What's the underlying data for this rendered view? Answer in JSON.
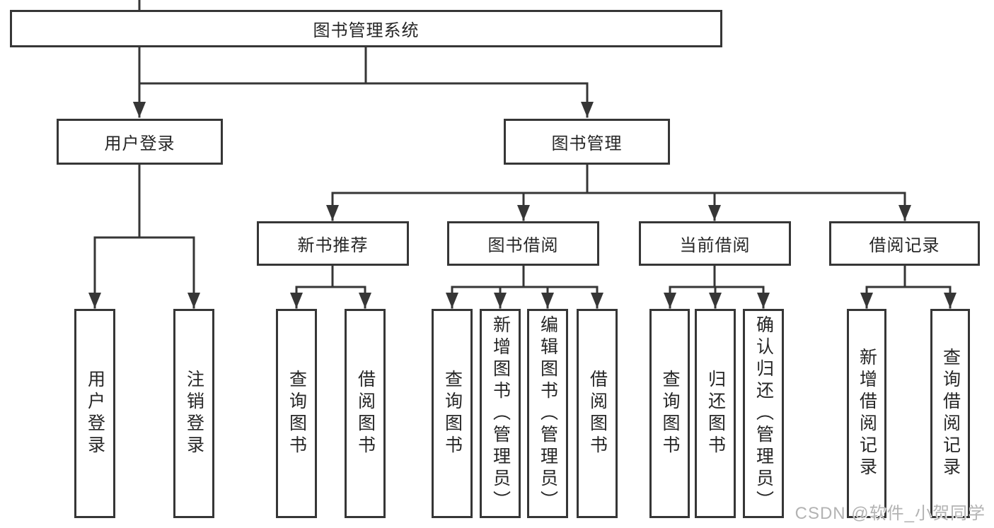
{
  "diagram": {
    "root": {
      "label": "图书管理系统",
      "children": [
        {
          "label": "用户登录",
          "children": [
            {
              "label": "用户登录"
            },
            {
              "label": "注销登录"
            }
          ]
        },
        {
          "label": "图书管理",
          "children": [
            {
              "label": "新书推荐",
              "children": [
                {
                  "label": "查询图书"
                },
                {
                  "label": "借阅图书"
                }
              ]
            },
            {
              "label": "图书借阅",
              "children": [
                {
                  "label": "查询图书"
                },
                {
                  "label": "新增图书（管理员）"
                },
                {
                  "label": "编辑图书（管理员）"
                },
                {
                  "label": "借阅图书"
                }
              ]
            },
            {
              "label": "当前借阅",
              "children": [
                {
                  "label": "查询图书"
                },
                {
                  "label": "归还图书"
                },
                {
                  "label": "确认归还（管理员）"
                }
              ]
            },
            {
              "label": "借阅记录",
              "children": [
                {
                  "label": "新增借阅记录"
                },
                {
                  "label": "查询借阅记录"
                }
              ]
            }
          ]
        }
      ]
    }
  },
  "watermark": "CSDN @软件_小贺同学",
  "colors": {
    "line": "#363636",
    "text": "#262626",
    "background": "#ffffff",
    "watermark": "#b3b3b3"
  }
}
